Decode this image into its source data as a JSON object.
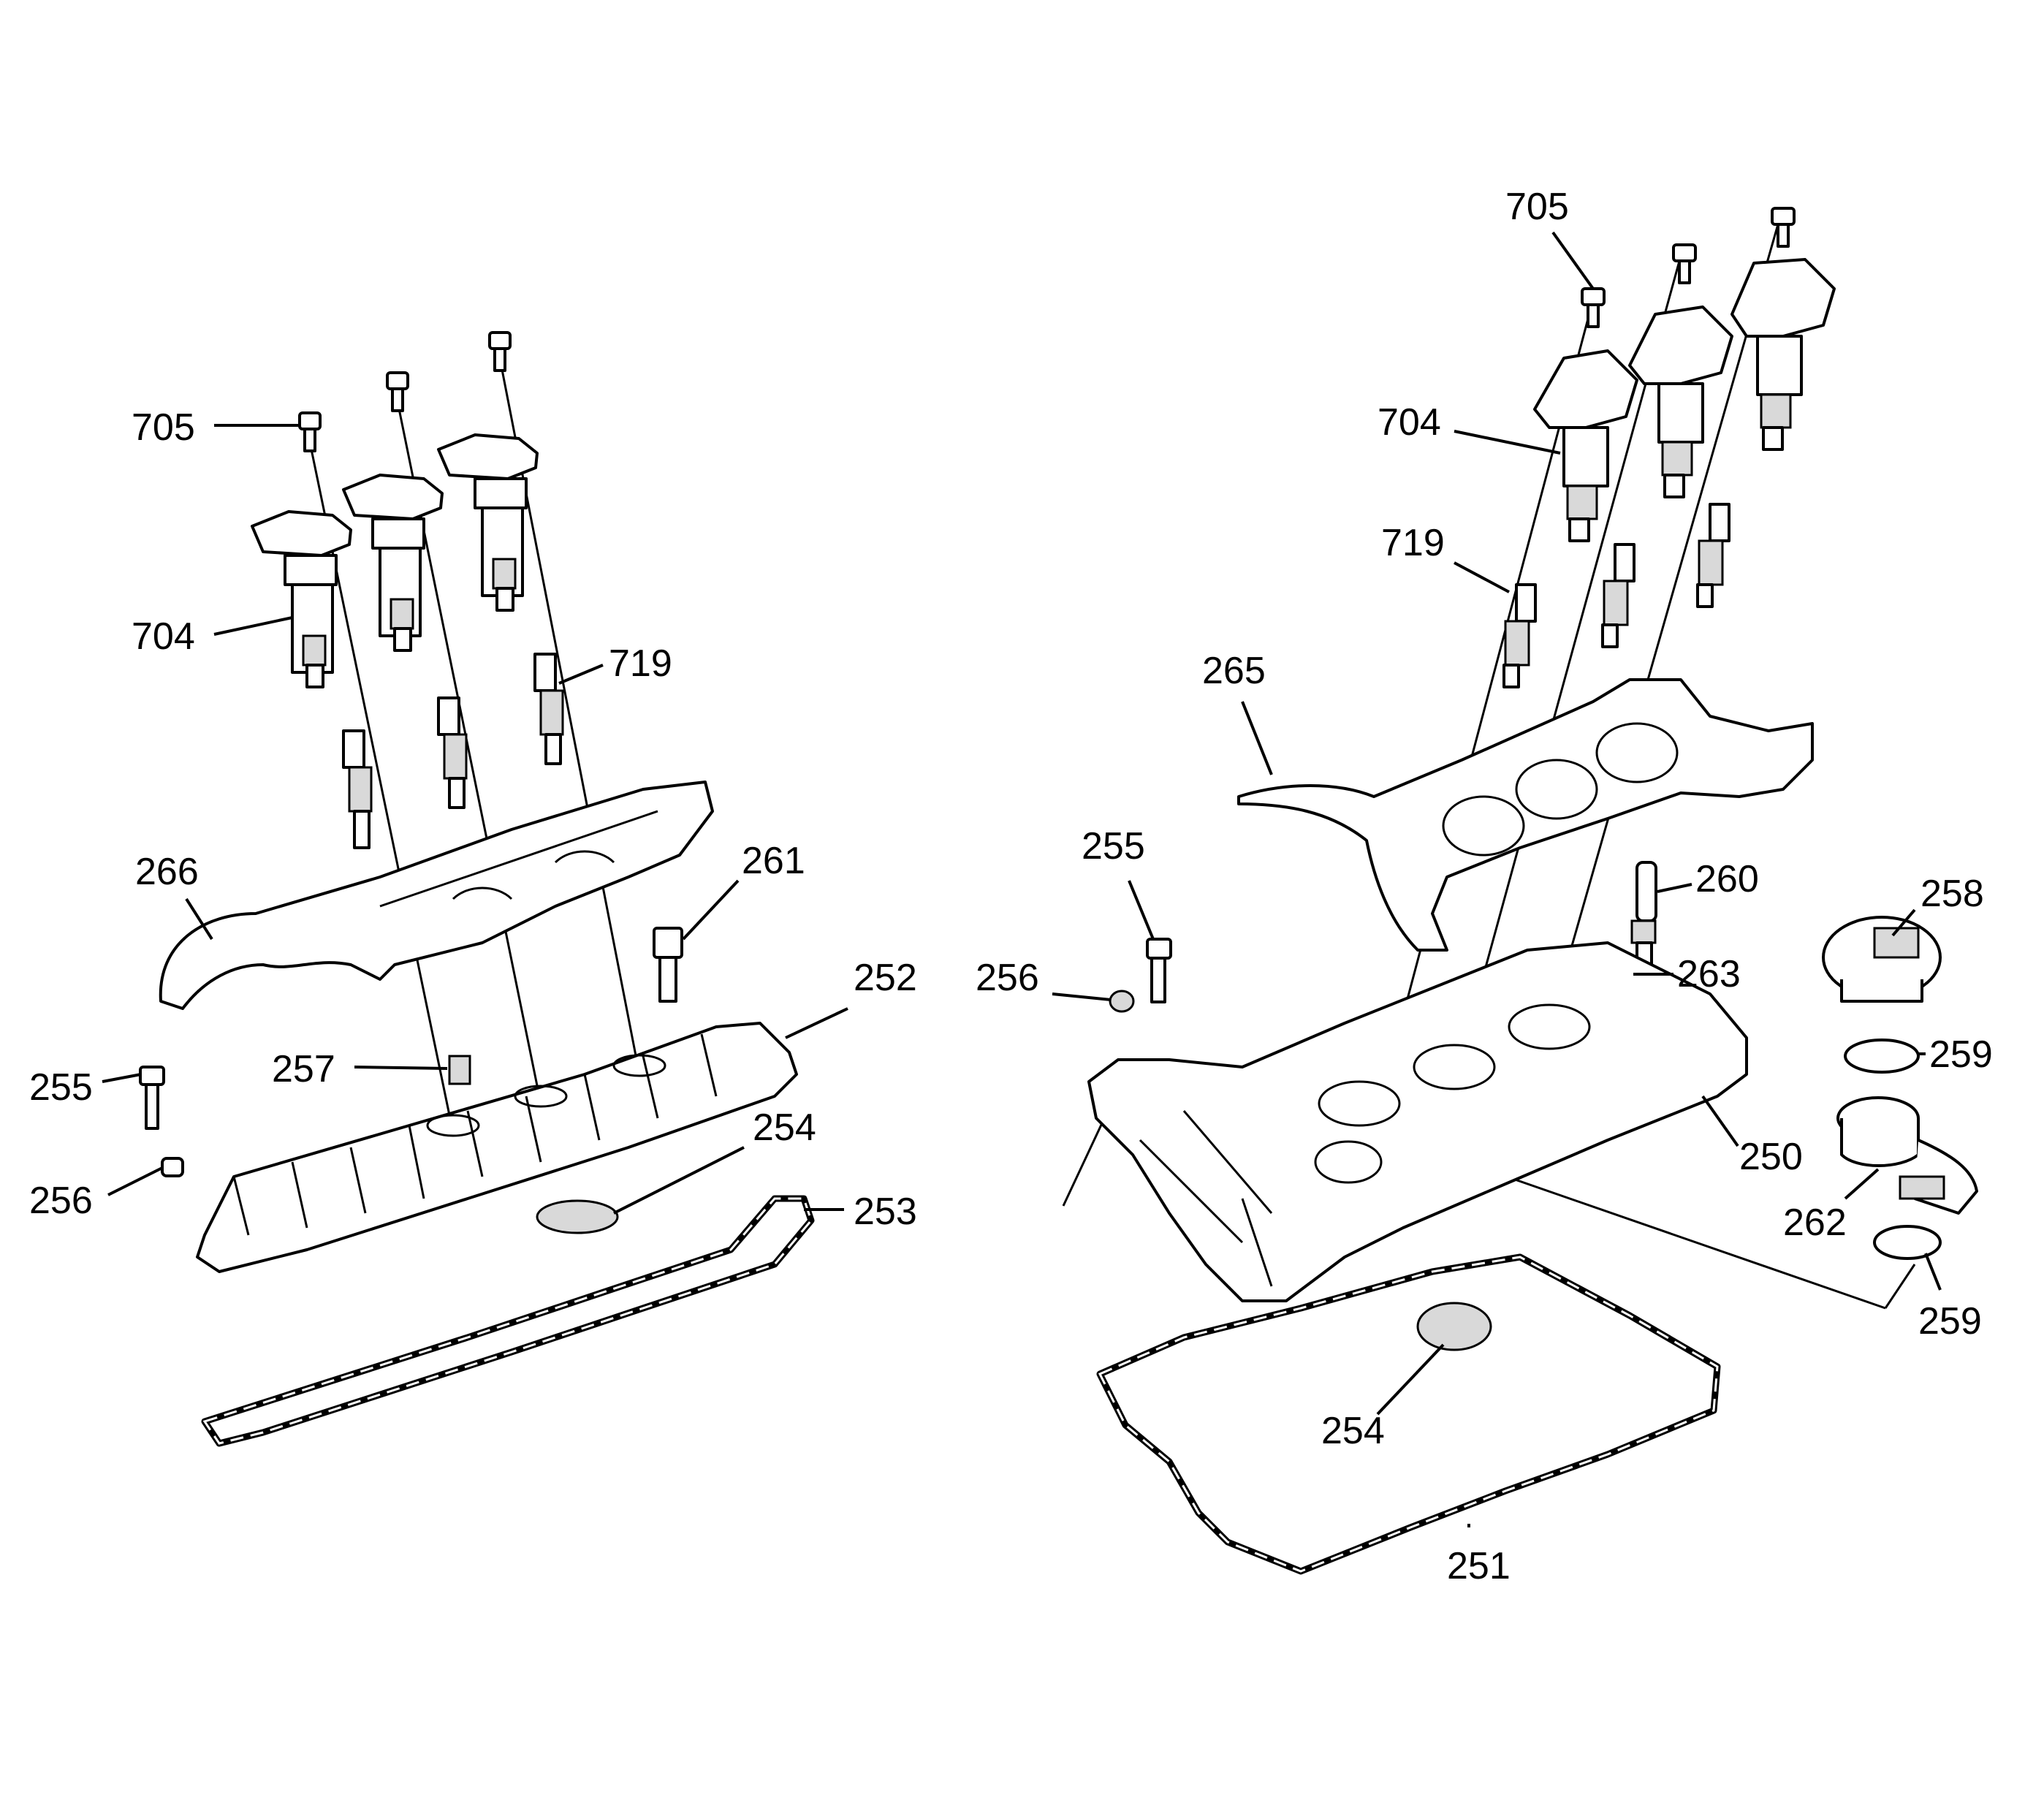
{
  "colors": {
    "ink": "#000000",
    "paper": "#ffffff",
    "shade": "#d9d9d9"
  },
  "left_assembly": {
    "labels": [
      "705",
      "704",
      "719",
      "266",
      "261",
      "252",
      "257",
      "255",
      "254",
      "256",
      "253"
    ]
  },
  "right_assembly": {
    "labels": [
      "705",
      "704",
      "719",
      "265",
      "255",
      "260",
      "258",
      "256",
      "263",
      "259",
      "250",
      "262",
      "259",
      "254",
      "251"
    ]
  }
}
